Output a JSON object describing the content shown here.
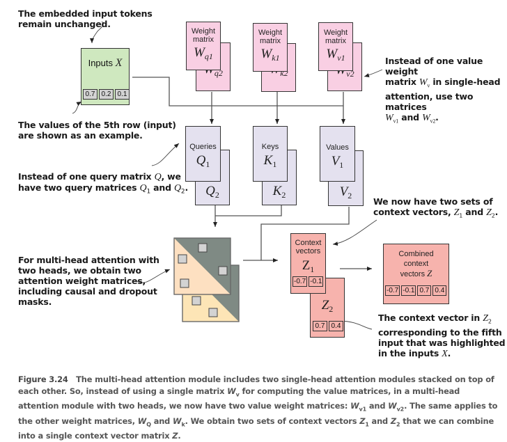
{
  "figure": {
    "number": "Figure 3.24",
    "caption_parts": {
      "p1": "The multi-head attention module includes two single-head attention modules stacked on top of each other. So, instead of using a single matrix ",
      "wv": "W",
      "wv_sub": "v",
      "p2": " for computing the value matrices, in a multi-head attention module with two heads, we now have two value weight matrices: ",
      "wv1": "W",
      "wv1_sub": "v1",
      "p3": " and ",
      "wv2": "W",
      "wv2_sub": "v2",
      "p4": ". The same applies to the other weight matrices, ",
      "wq": "W",
      "wq_sub": "Q",
      "p5": " and ",
      "wk": "W",
      "wk_sub": "k",
      "p6": ". We obtain two sets of context vectors ",
      "z1": "Z",
      "z1_sub": "1",
      "p7": " and ",
      "z2": "Z",
      "z2_sub": "2",
      "p8": " that we can combine into a single context vector matrix ",
      "z": "Z",
      "p9": "."
    }
  },
  "annotations": {
    "inputs_unchanged": [
      "The embedded input tokens",
      "remain unchanged."
    ],
    "fifth_row": [
      "The values of the 5th row (input)",
      "are shown as an example."
    ],
    "query_matrix": {
      "line1a": "Instead of one query matrix ",
      "q": "Q",
      "line1b": ", we",
      "line2a": "have two query matrices ",
      "q1": "Q",
      "q1_sub": "1",
      "and": " and ",
      "q2": "Q",
      "q2_sub": "2",
      "end": "."
    },
    "value_weight": {
      "line1": "Instead of one value weight",
      "line2a": "matrix ",
      "wv": "W",
      "wv_sub": "v",
      "line2b": " in single-head",
      "line3": "attention, use two matrices",
      "wv1": "W",
      "wv1_sub": "v1",
      "and": " and ",
      "wv2": "W",
      "wv2_sub": "v2",
      "end": "."
    },
    "two_sets": {
      "line1": "We now have two sets of",
      "line2a": "context vectors, ",
      "z1": "Z",
      "z1_sub": "1",
      "and": " and ",
      "z2": "Z",
      "z2_sub": "2",
      "end": "."
    },
    "multi_head": [
      "For multi-head attention with",
      "two heads, we obtain two",
      "attention weight matrices,",
      "including causal and dropout",
      "masks."
    ],
    "context_vector_z2": {
      "line1a": "The context vector in ",
      "z2": "Z",
      "z2_sub": "2",
      "line2": "corresponding to the fifth",
      "line3": "input that was highlighted",
      "line4a": "in the inputs ",
      "x": "X",
      "end": "."
    }
  },
  "inputs": {
    "label": "Inputs ",
    "symbol": "X",
    "values": [
      "0.7",
      "0.2",
      "0.1"
    ]
  },
  "weights": [
    {
      "label1": "Weight",
      "label2": "matrix",
      "sym": "W",
      "sub1": "q1",
      "sub2": "q2"
    },
    {
      "label1": "Weight",
      "label2": "matrix",
      "sym": "W",
      "sub1": "k1",
      "sub2": "k2"
    },
    {
      "label1": "Weight",
      "label2": "matrix",
      "sym": "W",
      "sub1": "v1",
      "sub2": "v2"
    }
  ],
  "qkv": [
    {
      "label": "Queries",
      "sym": "Q",
      "sub1": "1",
      "sub2": "2"
    },
    {
      "label": "Keys",
      "sym": "K",
      "sub1": "1",
      "sub2": "2"
    },
    {
      "label": "Values",
      "sym": "V",
      "sub1": "1",
      "sub2": "2"
    }
  ],
  "context": {
    "label1": "Context",
    "label2": "vectors",
    "sym": "Z",
    "sub1": "1",
    "sub2": "2",
    "z1_values": [
      "-0.7",
      "-0.1"
    ],
    "z2_values": [
      "0.7",
      "0.4"
    ]
  },
  "combined": {
    "label1": "Combined",
    "label2": "context",
    "label3": "vectors ",
    "sym": "Z",
    "values": [
      "-0.7",
      "-0.1",
      "0.7",
      "0.4"
    ]
  },
  "colors": {
    "weight": "#f9cfe3",
    "qkv": "#e4e1ef",
    "inputs": "#cfe8bf",
    "context": "#f7b3ad",
    "mask_dark": "#7f8a84",
    "mask_light1": "#fde0c1",
    "mask_light2": "#fde5b6"
  }
}
